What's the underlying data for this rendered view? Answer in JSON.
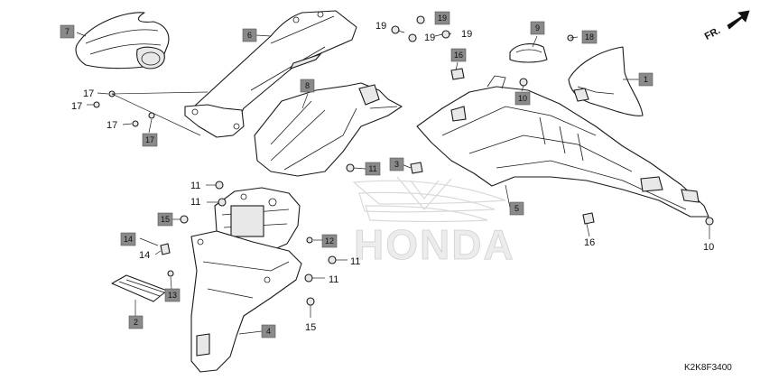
{
  "diagram_code": "K2K8F3400",
  "direction_label": "FR.",
  "watermark_text": "HONDA",
  "boxed_callouts": [
    "7",
    "6",
    "8",
    "9",
    "18",
    "19",
    "16",
    "10",
    "1",
    "17",
    "11",
    "3",
    "5",
    "15",
    "14",
    "12",
    "13",
    "2",
    "4"
  ],
  "plain_callouts": [
    "19",
    "19",
    "19",
    "17",
    "17",
    "17",
    "11",
    "11",
    "14",
    "11",
    "11",
    "15",
    "16",
    "10"
  ],
  "colors": {
    "box_fill": "#8a8a8a",
    "line": "#1a1a1a",
    "watermark": "#d9d9d9"
  }
}
